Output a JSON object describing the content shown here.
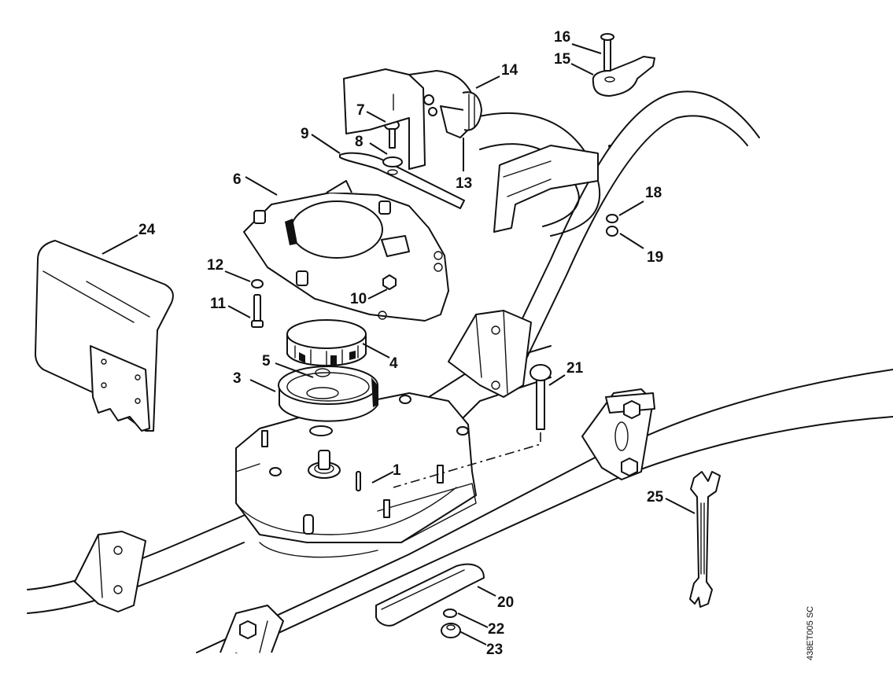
{
  "diagram": {
    "title": "Exploded parts view – gear head and handle assembly",
    "drawing_code": "438ET005 SC",
    "callouts": [
      {
        "id": "1",
        "part": "pin"
      },
      {
        "id": "3",
        "part": "clutch drum"
      },
      {
        "id": "4",
        "part": "clutch shoe ring"
      },
      {
        "id": "5",
        "part": "washer"
      },
      {
        "id": "6",
        "part": "housing cover"
      },
      {
        "id": "7",
        "part": "screw"
      },
      {
        "id": "8",
        "part": "washer"
      },
      {
        "id": "9",
        "part": "plate strip"
      },
      {
        "id": "10",
        "part": "nut"
      },
      {
        "id": "11",
        "part": "screw"
      },
      {
        "id": "12",
        "part": "lock washer"
      },
      {
        "id": "13",
        "part": "throttle lever"
      },
      {
        "id": "14",
        "part": "throttle cable"
      },
      {
        "id": "15",
        "part": "stop lever"
      },
      {
        "id": "16",
        "part": "screw"
      },
      {
        "id": "18",
        "part": "lock washer"
      },
      {
        "id": "19",
        "part": "nut"
      },
      {
        "id": "20",
        "part": "clamp half"
      },
      {
        "id": "21",
        "part": "bolt"
      },
      {
        "id": "22",
        "part": "lock washer"
      },
      {
        "id": "23",
        "part": "nut"
      },
      {
        "id": "24",
        "part": "guard"
      },
      {
        "id": "25",
        "part": "wrench"
      }
    ],
    "colors": {
      "line": "#111111",
      "background": "#ffffff"
    }
  }
}
